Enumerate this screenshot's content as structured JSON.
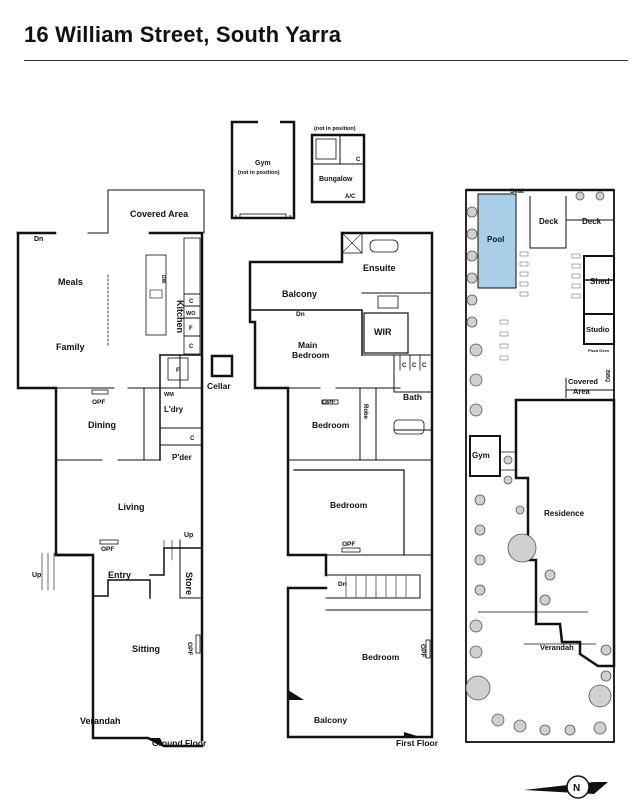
{
  "title": "16 William Street, South Yarra",
  "floors": {
    "ground": {
      "caption": "Ground Floor",
      "rooms": {
        "meals": "Meals",
        "family": "Family",
        "kitchen": "Kitchen",
        "dining": "Dining",
        "living": "Living",
        "entry": "Entry",
        "store": "Store",
        "sitting": "Sitting",
        "verandah": "Verandah",
        "ldry": "L'dry",
        "pder": "P'der",
        "covered_area": "Covered Area",
        "cellar": "Cellar"
      },
      "marks": {
        "dn": "Dn",
        "up_left": "Up",
        "up_stair": "Up",
        "opf_dining": "OPF",
        "opf_living": "OPF",
        "opf_sitting": "OPF",
        "wm": "WM",
        "c1": "C",
        "wo": "WO",
        "f1": "F",
        "c2": "C",
        "f2": "F",
        "c3": "C",
        "dw": "DW"
      }
    },
    "outbuildings": {
      "gym": "Gym",
      "gym_note": "(not in position)",
      "bungalow": "Bungalow",
      "bungalow_note": "(not in position)",
      "ac": "A/C",
      "c": "C"
    },
    "first": {
      "caption": "First Floor",
      "rooms": {
        "ensuite": "Ensuite",
        "balcony_top": "Balcony",
        "main_bedroom_1": "Main",
        "main_bedroom_2": "Bedroom",
        "wir": "WIR",
        "bath": "Bath",
        "bedroom_1": "Bedroom",
        "robe": "Robe",
        "bedroom_2": "Bedroom",
        "bedroom_3": "Bedroom",
        "balcony_bottom": "Balcony"
      },
      "marks": {
        "dn_balcony": "Dn",
        "dn_stair": "Dn",
        "opf_1": "OPF",
        "opf_2": "OPF",
        "opf_3": "OPF",
        "c1": "C",
        "c2": "C",
        "c3": "C"
      }
    },
    "site": {
      "seat": "Seat",
      "pool": "Pool",
      "deck_1": "Deck",
      "deck_2": "Deck",
      "shed": "Shed",
      "studio": "Studio",
      "covered_area_1": "Covered",
      "covered_area_2": "Area",
      "bbq": "BBQ",
      "pizza": "Pizza Oven",
      "gym": "Gym",
      "residence": "Residence",
      "verandah": "Verandah"
    }
  },
  "compass": "N",
  "colors": {
    "wall": "#111111",
    "pool": "#a9cfe8",
    "tree": "#bdbdbd"
  }
}
